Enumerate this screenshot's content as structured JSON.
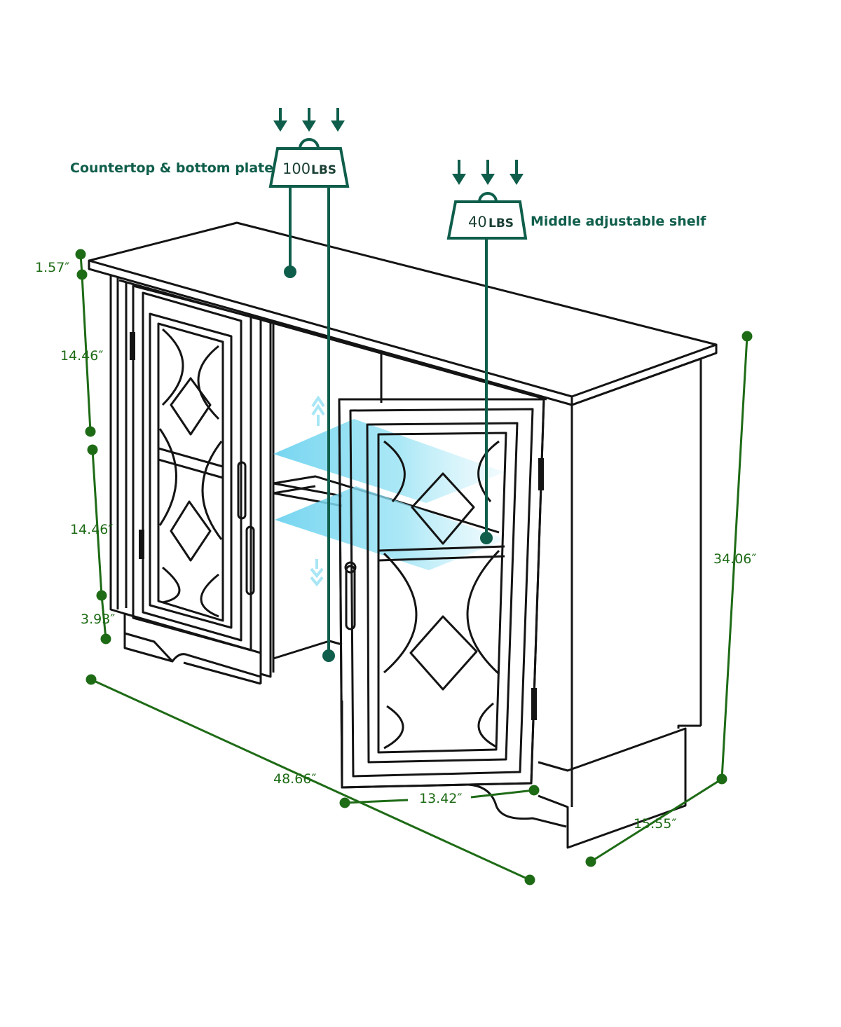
{
  "colors": {
    "annotation": "#0f5e4b",
    "dimension": "#1e6b16",
    "outline": "#141414",
    "shelf_highlight": "#6fd3ef",
    "background": "#ffffff"
  },
  "weights": {
    "top_label": "Countertop & bottom plate",
    "top_value": "100",
    "top_unit": "LBS",
    "shelf_label": "Middle adjustable shelf",
    "shelf_value": "40",
    "shelf_unit": "LBS"
  },
  "dimensions": {
    "top_thickness": "1.57″",
    "upper_section": "14.46″",
    "lower_section": "14.46″",
    "base_height": "3.93″",
    "total_height": "34.06″",
    "width": "48.66″",
    "door_width": "13.42″",
    "depth": "15.55″"
  },
  "icons": [
    "down-arrow-icon",
    "weight-icon",
    "up-arrow-icon",
    "down-chevron-icon",
    "hinge-icon",
    "door-handle-icon"
  ]
}
